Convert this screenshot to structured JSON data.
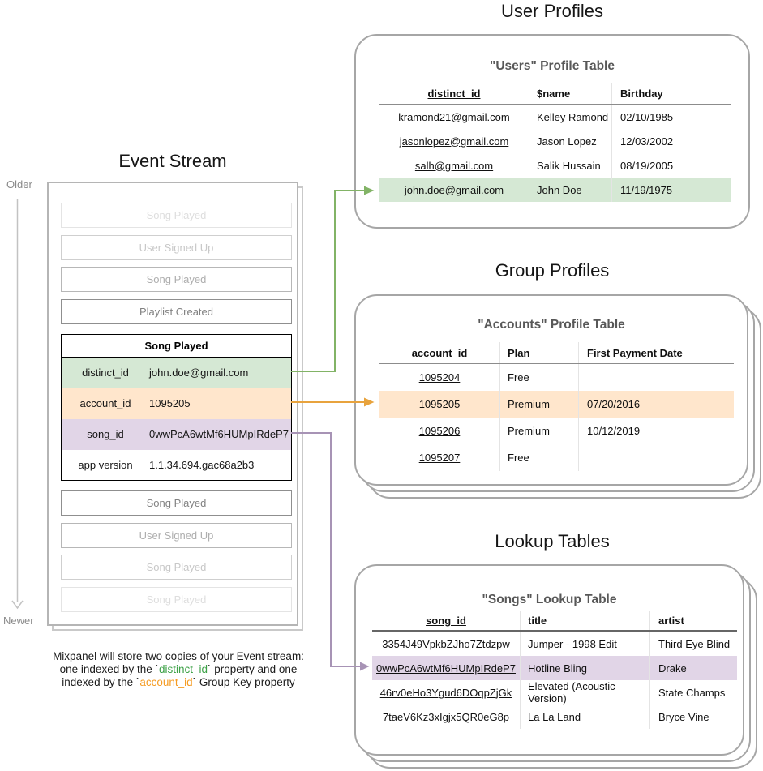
{
  "event_stream": {
    "title": "Event Stream",
    "older_label": "Older",
    "newer_label": "Newer",
    "events_before": [
      {
        "label": "Song Played",
        "fade": 3
      },
      {
        "label": "User Signed Up",
        "fade": 2
      },
      {
        "label": "Song Played",
        "fade": 1
      },
      {
        "label": "Playlist Created",
        "fade": 0
      }
    ],
    "expanded": {
      "title": "Song Played",
      "properties": [
        {
          "key": "distinct_id",
          "value": "john.doe@gmail.com",
          "highlight": "green"
        },
        {
          "key": "account_id",
          "value": "1095205",
          "highlight": "orange"
        },
        {
          "key": "song_id",
          "value": "0wwPcA6wtMf6HUMpIRdeP7",
          "highlight": "purple"
        },
        {
          "key": "app version",
          "value": "1.1.34.694.gac68a2b3",
          "highlight": "none"
        }
      ]
    },
    "events_after": [
      {
        "label": "Song Played",
        "fade": 0
      },
      {
        "label": "User Signed Up",
        "fade": 1
      },
      {
        "label": "Song Played",
        "fade": 2
      },
      {
        "label": "Song Played",
        "fade": 3
      }
    ]
  },
  "tables": {
    "users": {
      "section_title": "User Profiles",
      "table_title": "\"Users\" Profile Table",
      "columns": [
        "distinct_id",
        "$name",
        "Birthday"
      ],
      "rows": [
        [
          "kramond21@gmail.com",
          "Kelley Ramond",
          "02/10/1985"
        ],
        [
          "jasonlopez@gmail.com",
          "Jason Lopez",
          "12/03/2002"
        ],
        [
          "salh@gmail.com",
          "Salik Hussain",
          "08/19/2005"
        ],
        [
          "john.doe@gmail.com",
          "John Doe",
          "11/19/1975"
        ]
      ],
      "highlight_row": 3,
      "highlight": "green"
    },
    "accounts": {
      "section_title": "Group Profiles",
      "table_title": "\"Accounts\" Profile Table",
      "columns": [
        "account_id",
        "Plan",
        "First Payment Date"
      ],
      "rows": [
        [
          "1095204",
          "Free",
          ""
        ],
        [
          "1095205",
          "Premium",
          "07/20/2016"
        ],
        [
          "1095206",
          "Premium",
          "10/12/2019"
        ],
        [
          "1095207",
          "Free",
          ""
        ]
      ],
      "highlight_row": 1,
      "highlight": "orange"
    },
    "songs": {
      "section_title": "Lookup Tables",
      "table_title": "\"Songs\" Lookup Table",
      "columns": [
        "song_id",
        "title",
        "artist"
      ],
      "rows": [
        [
          "3354J49VpkbZJho7Ztdzpw",
          "Jumper - 1998 Edit",
          "Third Eye Blind"
        ],
        [
          "0wwPcA6wtMf6HUMpIRdeP7",
          "Hotline Bling",
          "Drake"
        ],
        [
          "46rv0eHo3Ygud6DOqpZjGk",
          "Elevated (Acoustic Version)",
          "State Champs"
        ],
        [
          "7taeV6Kz3xIgjx5QR0eG8p",
          "La La Land",
          "Bryce Vine"
        ]
      ],
      "highlight_row": 1,
      "highlight": "purple"
    }
  },
  "caption": {
    "line1": "Mixpanel will store two copies of your Event stream:",
    "line2_prefix": "one indexed by the `",
    "line2_code": "distinct_id",
    "line2_suffix": "` property and one",
    "line3_prefix": "indexed by the `",
    "line3_code": "account_id",
    "line3_suffix": "` Group Key property"
  },
  "colors": {
    "green_fill": "#d5e8d4",
    "orange_fill": "#ffe6cc",
    "purple_fill": "#e1d5e7",
    "green_arrow": "#82b366",
    "orange_arrow": "#e8a33d",
    "purple_arrow": "#a793b5",
    "caption_green": "#3da147",
    "caption_orange": "#f59c23"
  }
}
